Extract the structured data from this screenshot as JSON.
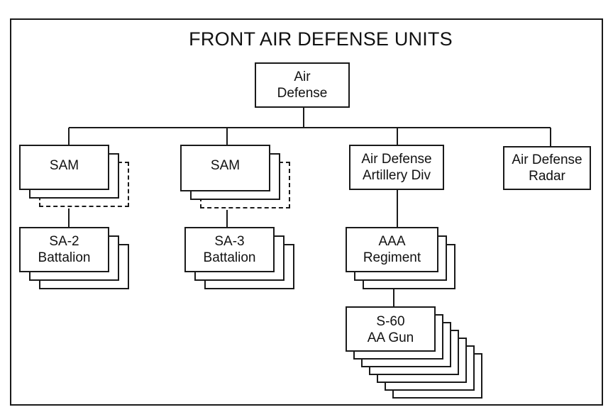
{
  "title": "FRONT AIR DEFENSE UNITS",
  "nodes": {
    "air_defense": [
      "Air",
      "Defense"
    ],
    "sam_left": [
      "SAM"
    ],
    "sam_mid": [
      "SAM"
    ],
    "ada_div": [
      "Air Defense",
      "Artillery Div"
    ],
    "ad_radar": [
      "Air Defense",
      "Radar"
    ],
    "sa2": [
      "SA-2",
      "Battalion"
    ],
    "sa3": [
      "SA-3",
      "Battalion"
    ],
    "aaa": [
      "AAA",
      "Regiment"
    ],
    "s60": [
      "S-60",
      "AA Gun"
    ]
  }
}
